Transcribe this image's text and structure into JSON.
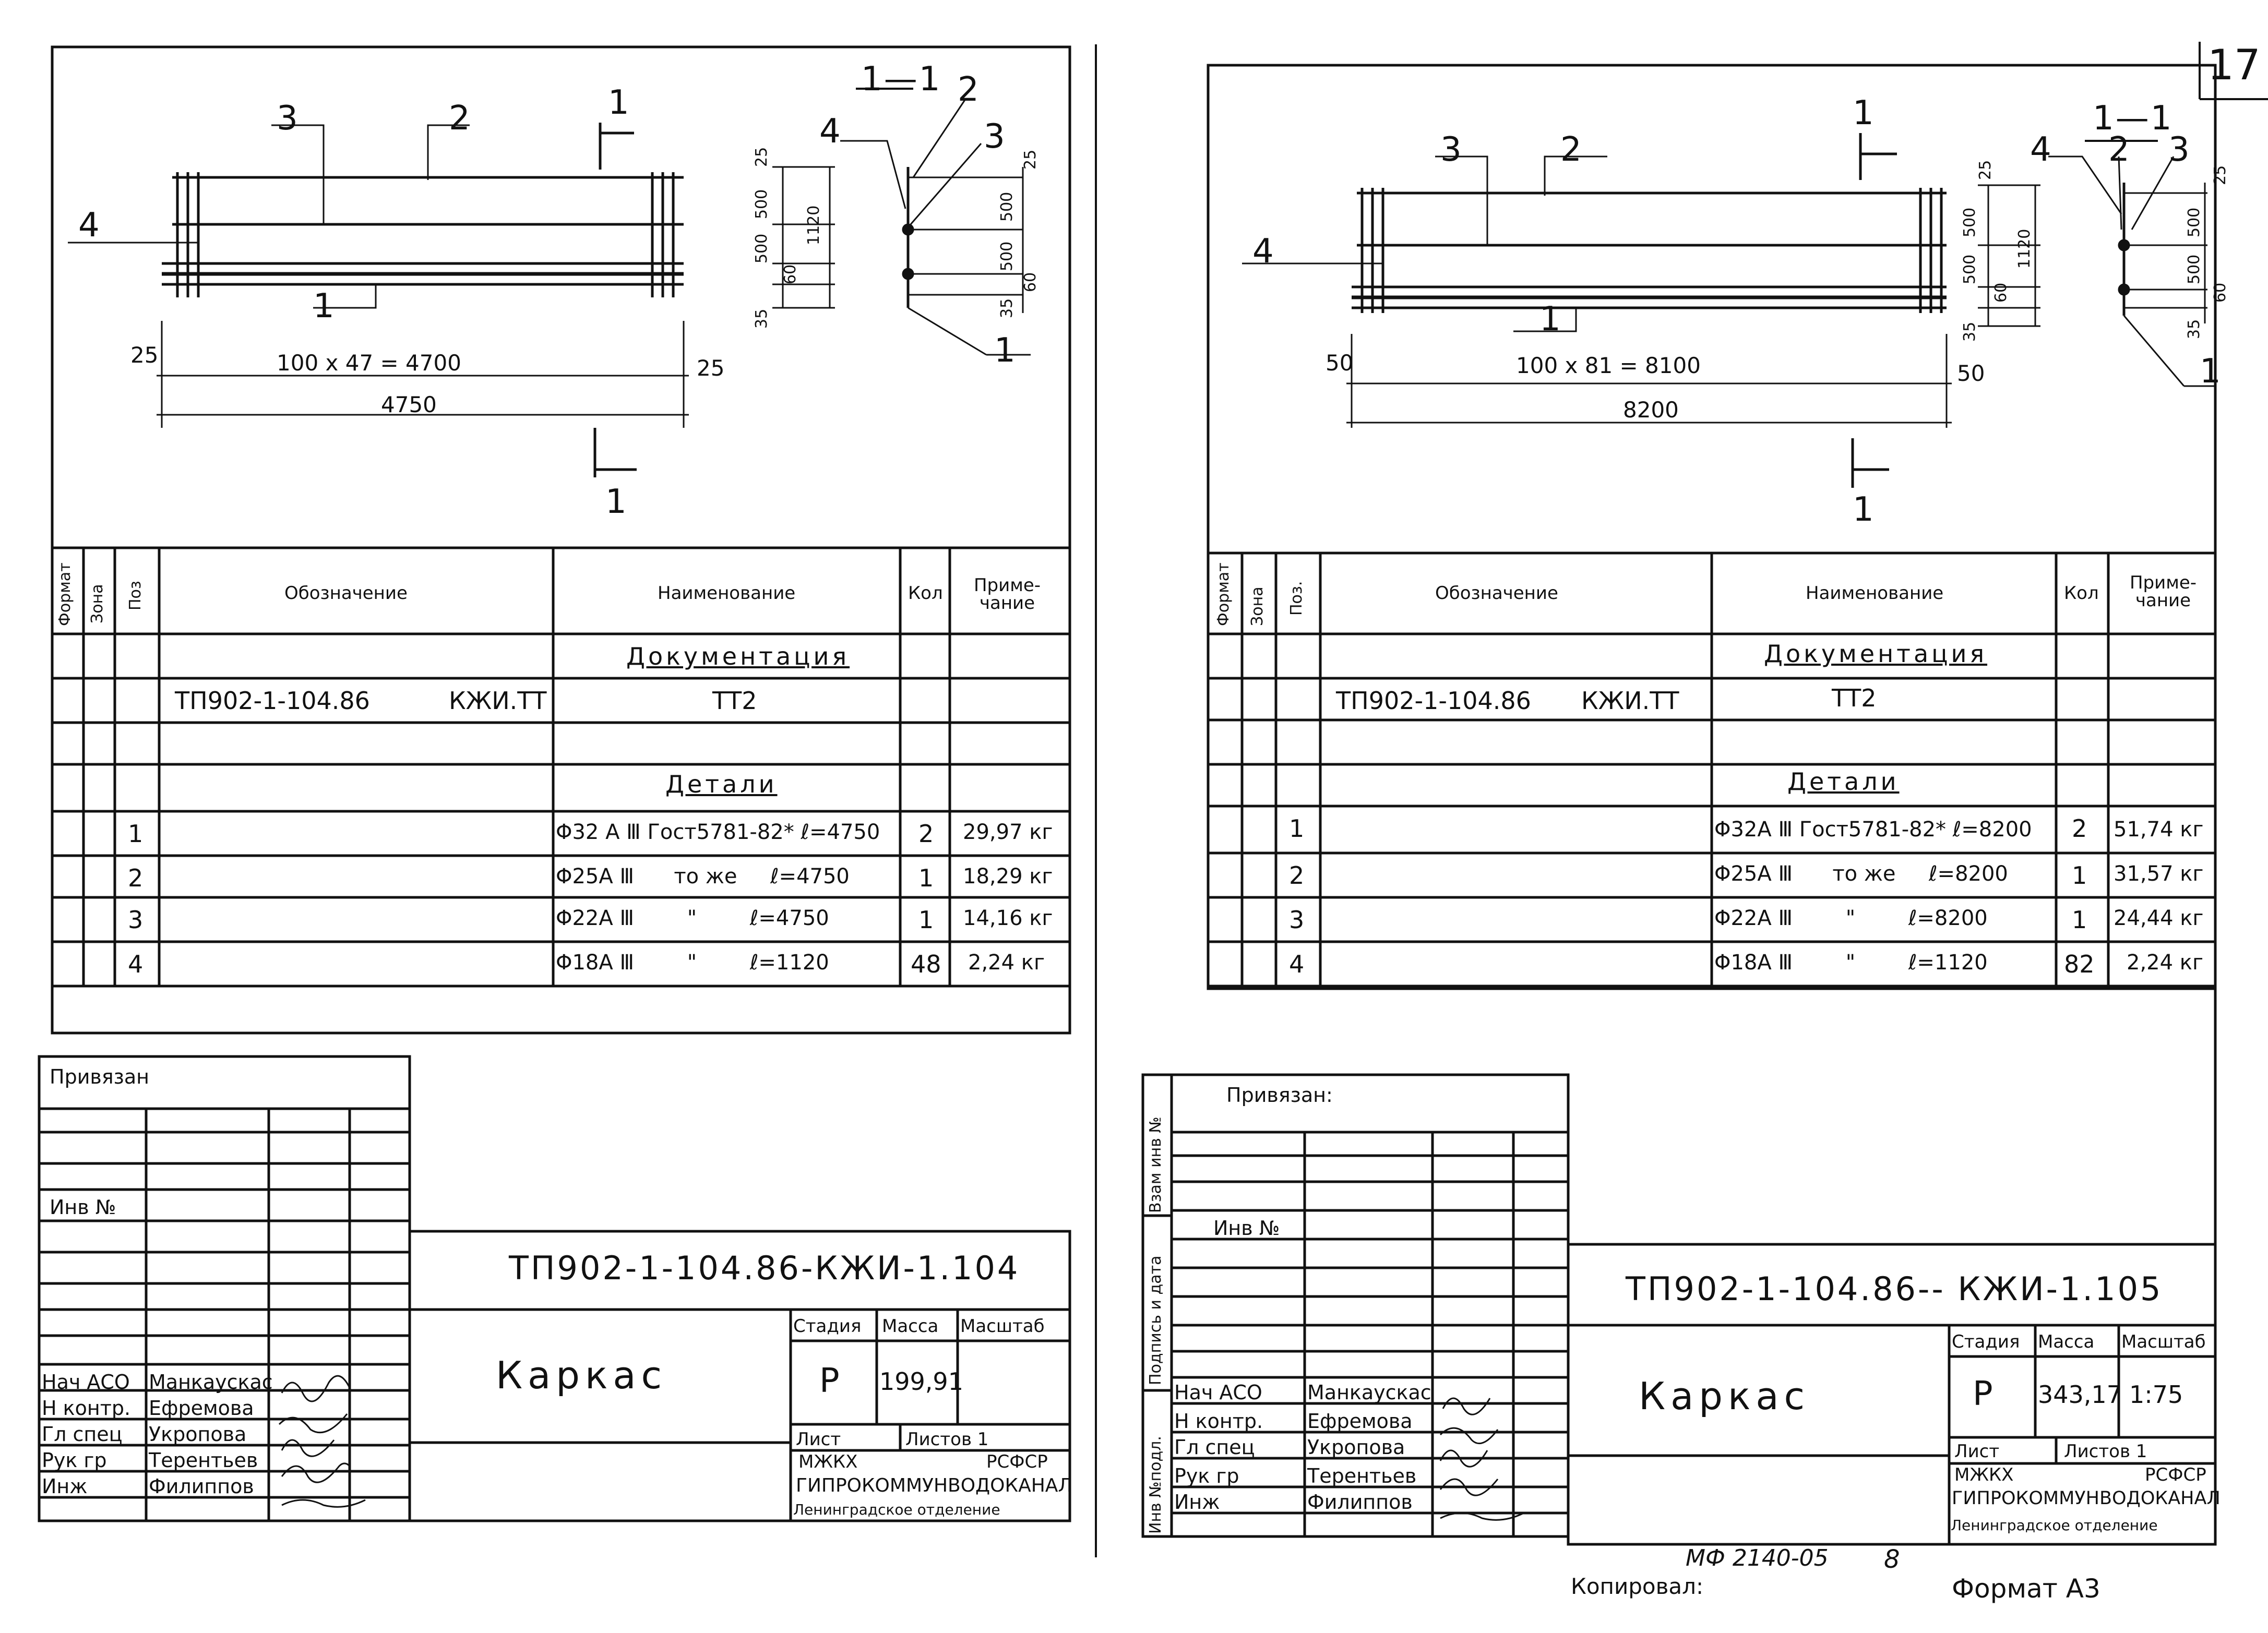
{
  "corner_number": "17",
  "headers": {
    "format": "Формат",
    "zone": "Зона",
    "pos": "Поз",
    "pos_right": "Поз.",
    "designation": "Обозначение",
    "name": "Наименование",
    "qty": "Кол",
    "note": "Приме- чание"
  },
  "stamp_labels": {
    "privyazan_left": "Привязан",
    "privyazan_right": "Привязан:",
    "inv_no": "Инв №",
    "stage": "Стадия",
    "mass": "Масса",
    "scale": "Масштаб",
    "sheet": "Лист",
    "sheets": "Листов  1",
    "org1": "МЖКХ",
    "org2": "РСФСР",
    "org3": "ГИПРОКОММУНВОДОКАНАЛ",
    "org4": "Ленинградское отделение"
  },
  "side_labels": [
    "Инв №подл.",
    "Подпись и дата",
    "Взам инв №"
  ],
  "staff": [
    {
      "role": "Нач АСО",
      "name": "Манкаускас"
    },
    {
      "role": "Н контр.",
      "name": "Ефремова"
    },
    {
      "role": "Гл спец",
      "name": "Укропова"
    },
    {
      "role": "Рук гр",
      "name": "Терентьев"
    },
    {
      "role": "Инж",
      "name": "Филиппов"
    }
  ],
  "left": {
    "drawing": {
      "section": "1—1",
      "callouts": [
        "1",
        "2",
        "3",
        "4"
      ],
      "dim_span": "100 x 47 = 4700",
      "dim_total": "4750",
      "dim_end": "25",
      "side_dims": [
        "25",
        "500",
        "500",
        "60",
        "35",
        "1120"
      ],
      "section_dims": [
        "25",
        "500",
        "500",
        "60",
        "35"
      ]
    },
    "section_heading_doc": "Документация",
    "doc_row": {
      "designation": "ТП902-1-104.86",
      "suffix": "КЖИ.ТТ",
      "name": "ТТ2"
    },
    "section_heading_parts": "Детали",
    "rows": [
      {
        "pos": "1",
        "name": "Φ32 А Ⅲ Гост5781-82*  ℓ=4750",
        "qty": "2",
        "note": "29,97 кг"
      },
      {
        "pos": "2",
        "name": "Φ25А Ⅲ      то же     ℓ=4750",
        "qty": "1",
        "note": "18,29 кг"
      },
      {
        "pos": "3",
        "name": "Φ22А Ⅲ        \"        ℓ=4750",
        "qty": "1",
        "note": "14,16 кг"
      },
      {
        "pos": "4",
        "name": "Φ18А Ⅲ        \"        ℓ=1120",
        "qty": "48",
        "note": "2,24 кг"
      }
    ],
    "code": "ТП902-1-104.86-КЖИ-1.104",
    "title": "Каркас",
    "stage": "Р",
    "mass": "199,91",
    "scale": ""
  },
  "right": {
    "drawing": {
      "section": "1—1",
      "callouts": [
        "1",
        "2",
        "3",
        "4"
      ],
      "dim_span": "100 x 81 = 8100",
      "dim_total": "8200",
      "dim_end": "50",
      "side_dims": [
        "25",
        "500",
        "500",
        "60",
        "35",
        "1120"
      ],
      "section_dims": [
        "25",
        "500",
        "500",
        "60",
        "35"
      ]
    },
    "section_heading_doc": "Документация",
    "doc_row": {
      "designation": "ТП902-1-104.86",
      "suffix": "КЖИ.ТТ",
      "name": "ТТ2"
    },
    "section_heading_parts": "Детали",
    "rows": [
      {
        "pos": "1",
        "name": "Φ32А Ⅲ Гост5781-82*  ℓ=8200",
        "qty": "2",
        "note": "51,74 кг"
      },
      {
        "pos": "2",
        "name": "Φ25А Ⅲ      то же     ℓ=8200",
        "qty": "1",
        "note": "31,57 кг"
      },
      {
        "pos": "3",
        "name": "Φ22А Ⅲ        \"        ℓ=8200",
        "qty": "1",
        "note": "24,44 кг"
      },
      {
        "pos": "4",
        "name": "Φ18А Ⅲ        \"        ℓ=1120",
        "qty": "82",
        "note": "2,24 кг"
      }
    ],
    "code": "ТП902-1-104.86-- КЖИ-1.105",
    "title": "Каркас",
    "stage": "Р",
    "mass": "343,17",
    "scale": "1:75"
  },
  "footer": {
    "stamp_no": "МФ 2140-05",
    "page": "8",
    "copied": "Копировал:",
    "format": "Формат А3"
  }
}
